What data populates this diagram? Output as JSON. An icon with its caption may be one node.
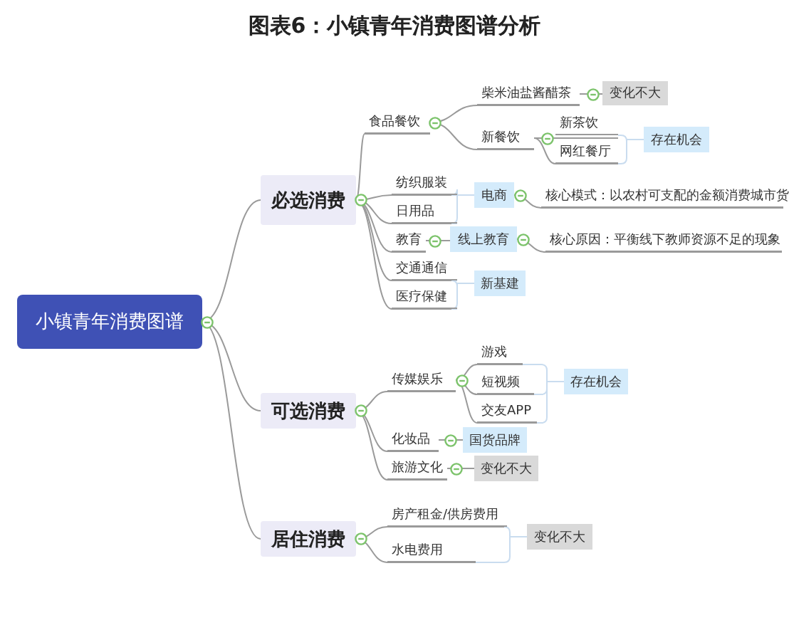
{
  "diagram": {
    "title": "图表6：小镇青年消费图谱分析",
    "nodes": [
      {
        "text": [
          "小镇青年消费图谱"
        ]
      },
      {
        "text": [
          "必选消费"
        ]
      },
      {
        "text": [
          "食品餐饮"
        ]
      },
      {
        "text": [
          "柴米油盐酱醋茶"
        ]
      },
      {
        "text": [
          "变化不大"
        ]
      },
      {
        "text": [
          "新餐饮"
        ]
      },
      {
        "text": [
          "新茶饮"
        ]
      },
      {
        "text": [
          "网红餐厅"
        ]
      },
      {
        "text": [
          "存在机会"
        ]
      },
      {
        "text": [
          "纺织服装"
        ]
      },
      {
        "text": [
          "日用品"
        ]
      },
      {
        "text": [
          "电商"
        ]
      },
      {
        "text": [
          "核心模式：以农村可支配的金额消费城市货"
        ]
      },
      {
        "text": [
          "教育"
        ]
      },
      {
        "text": [
          "线上教育"
        ]
      },
      {
        "text": [
          "核心原因：平衡线下教师资源不足的现象"
        ]
      },
      {
        "text": [
          "交通通信"
        ]
      },
      {
        "text": [
          "医疗保健"
        ]
      },
      {
        "text": [
          "新基建"
        ]
      },
      {
        "text": [
          "可选消费"
        ]
      },
      {
        "text": [
          "传媒娱乐"
        ]
      },
      {
        "text": [
          "游戏"
        ]
      },
      {
        "text": [
          "短视频"
        ]
      },
      {
        "text": [
          "交友APP"
        ]
      },
      {
        "text": [
          "存在机会"
        ]
      },
      {
        "text": [
          "化妆品"
        ]
      },
      {
        "text": [
          "国货品牌"
        ]
      },
      {
        "text": [
          "旅游文化"
        ]
      },
      {
        "text": [
          "变化不大"
        ]
      },
      {
        "text": [
          "居住消费"
        ]
      },
      {
        "text": [
          "房产租金/供房费用"
        ]
      },
      {
        "text": [
          "水电费用"
        ]
      },
      {
        "text": [
          "变化不大"
        ]
      }
    ],
    "edges": [
      {
        "from": 0,
        "to": 1,
        "arrow": "none"
      },
      {
        "from": 0,
        "to": 19,
        "arrow": "none"
      },
      {
        "from": 0,
        "to": 29,
        "arrow": "none"
      },
      {
        "from": 1,
        "to": 2,
        "arrow": "none"
      },
      {
        "from": 1,
        "to": 9,
        "arrow": "none"
      },
      {
        "from": 1,
        "to": 10,
        "arrow": "none"
      },
      {
        "from": 1,
        "to": 13,
        "arrow": "none"
      },
      {
        "from": 1,
        "to": 16,
        "arrow": "none"
      },
      {
        "from": 1,
        "to": 17,
        "arrow": "none"
      },
      {
        "from": 2,
        "to": 3,
        "arrow": "none"
      },
      {
        "from": 2,
        "to": 5,
        "arrow": "none"
      },
      {
        "from": 3,
        "to": 4,
        "arrow": "none"
      },
      {
        "from": 5,
        "to": 6,
        "arrow": "none"
      },
      {
        "from": 5,
        "to": 7,
        "arrow": "none"
      },
      {
        "from": 6,
        "to": 8,
        "arrow": "none"
      },
      {
        "from": 7,
        "to": 8,
        "arrow": "none"
      },
      {
        "from": 9,
        "to": 11,
        "arrow": "none"
      },
      {
        "from": 10,
        "to": 11,
        "arrow": "none"
      },
      {
        "from": 11,
        "to": 12,
        "arrow": "none"
      },
      {
        "from": 13,
        "to": 14,
        "arrow": "none"
      },
      {
        "from": 14,
        "to": 15,
        "arrow": "none"
      },
      {
        "from": 16,
        "to": 18,
        "arrow": "none"
      },
      {
        "from": 17,
        "to": 18,
        "arrow": "none"
      },
      {
        "from": 19,
        "to": 20,
        "arrow": "none"
      },
      {
        "from": 19,
        "to": 25,
        "arrow": "none"
      },
      {
        "from": 19,
        "to": 27,
        "arrow": "none"
      },
      {
        "from": 20,
        "to": 21,
        "arrow": "none"
      },
      {
        "from": 20,
        "to": 22,
        "arrow": "none"
      },
      {
        "from": 20,
        "to": 23,
        "arrow": "none"
      },
      {
        "from": 21,
        "to": 24,
        "arrow": "none"
      },
      {
        "from": 22,
        "to": 24,
        "arrow": "none"
      },
      {
        "from": 23,
        "to": 24,
        "arrow": "none"
      },
      {
        "from": 25,
        "to": 26,
        "arrow": "none"
      },
      {
        "from": 27,
        "to": 28,
        "arrow": "none"
      },
      {
        "from": 29,
        "to": 30,
        "arrow": "none"
      },
      {
        "from": 29,
        "to": 31,
        "arrow": "none"
      },
      {
        "from": 30,
        "to": 32,
        "arrow": "none"
      },
      {
        "from": 31,
        "to": 32,
        "arrow": "none"
      }
    ]
  }
}
